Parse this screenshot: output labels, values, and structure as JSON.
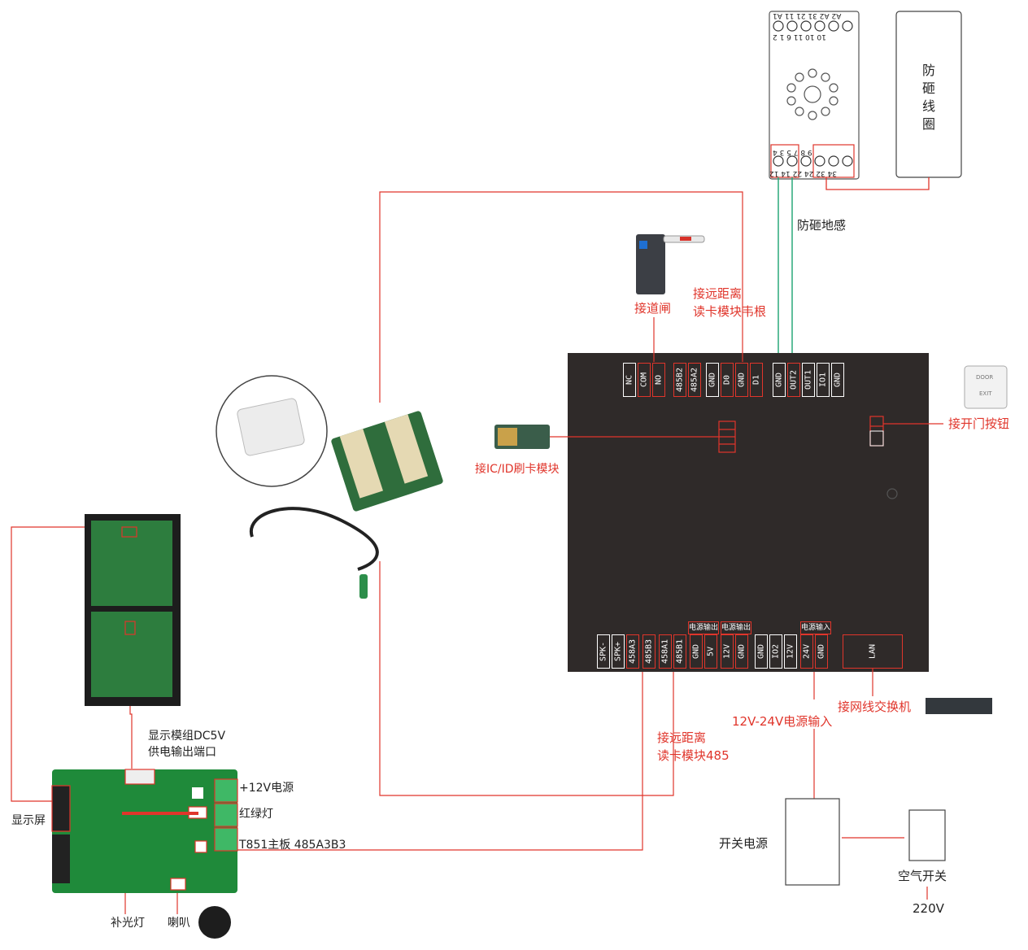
{
  "colors": {
    "wire_red": "#e0352b",
    "wire_green": "#2aa87a",
    "panel": "#2f2a29",
    "pcb": "#1f8a3a"
  },
  "terminal_block": {
    "top_labels": [
      "A2 A2 31 21 11 A1",
      "10 10 11 6 1 2"
    ],
    "bottom_labels": [
      "9 8 7 5 3 4",
      "34 32 24 22 14 12"
    ],
    "coil_box_text": [
      "防",
      "砸",
      "线",
      "圈"
    ]
  },
  "labels": {
    "anti_smash": "防砸地感",
    "gate": "接道闸",
    "long_range_wiegand": [
      "接远距离",
      "读卡模块韦根"
    ],
    "ic_id_module": "接IC/ID刷卡模块",
    "exit_button": "接开门按钮",
    "lan_switch": "接网线交换机",
    "power_input": "12V-24V电源输入",
    "long_range_485": [
      "接远距离",
      "读卡模块485"
    ],
    "display_dc5v": [
      "显示模组DC5V",
      "供电输出端口"
    ],
    "display_screen": "显示屏",
    "plus12v": "+12V电源",
    "red_green_light": "红绿灯",
    "t851": "T851主板 485A3B3",
    "fill_light": "补光灯",
    "speaker": "喇叭",
    "switching_power": "开关电源",
    "air_switch": "空气开关",
    "v220": "220V",
    "door_btn_top": "DOOR",
    "door_btn_bottom": "EXIT"
  },
  "controller": {
    "top_pins": [
      {
        "label": "NC"
      },
      {
        "label": "COM"
      },
      {
        "label": "NO"
      },
      {
        "label": "485B2"
      },
      {
        "label": "485A2"
      },
      {
        "label": "GND"
      },
      {
        "label": "D0"
      },
      {
        "label": "GND"
      },
      {
        "label": "D1"
      },
      {
        "label": "GND"
      },
      {
        "label": "OUT2"
      },
      {
        "label": "OUT1"
      },
      {
        "label": "IO1"
      },
      {
        "label": "GND"
      }
    ],
    "bottom_pins": [
      {
        "label": "SPK-"
      },
      {
        "label": "SPK+"
      },
      {
        "label": "458A3"
      },
      {
        "label": "485B3"
      },
      {
        "label": "458A1"
      },
      {
        "label": "485B1"
      },
      {
        "label": "GND"
      },
      {
        "label": "5V"
      },
      {
        "label": "12V"
      },
      {
        "label": "GND"
      },
      {
        "label": "GND"
      },
      {
        "label": "IO2"
      },
      {
        "label": "12V"
      },
      {
        "label": "24V"
      },
      {
        "label": "GND"
      },
      {
        "label": "LAN"
      }
    ],
    "power_out_header_1": "电源输出",
    "power_out_header_2": "电源输出",
    "power_in_header": "电源输入"
  }
}
